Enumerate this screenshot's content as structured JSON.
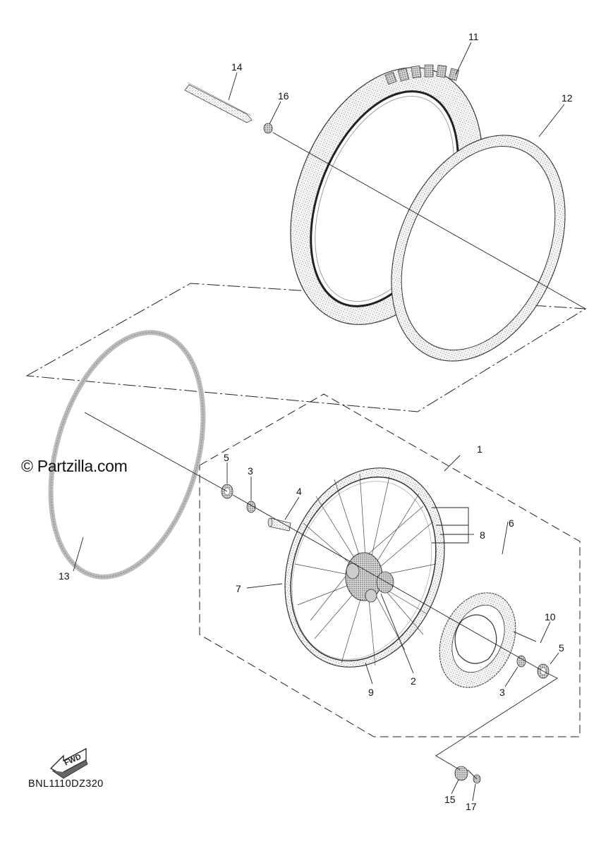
{
  "diagram_code": "BNL1110DZ320",
  "watermark": "© Partzilla.com",
  "fwd_label": "FWD",
  "callouts": {
    "c1": "1",
    "c2": "2",
    "c3a": "3",
    "c3b": "3",
    "c4": "4",
    "c5a": "5",
    "c5b": "5",
    "c6": "6",
    "c7": "7",
    "c8": "8",
    "c9": "9",
    "c10": "10",
    "c11": "11",
    "c12": "12",
    "c13": "13",
    "c14": "14",
    "c15": "15",
    "c16": "16",
    "c17": "17"
  }
}
